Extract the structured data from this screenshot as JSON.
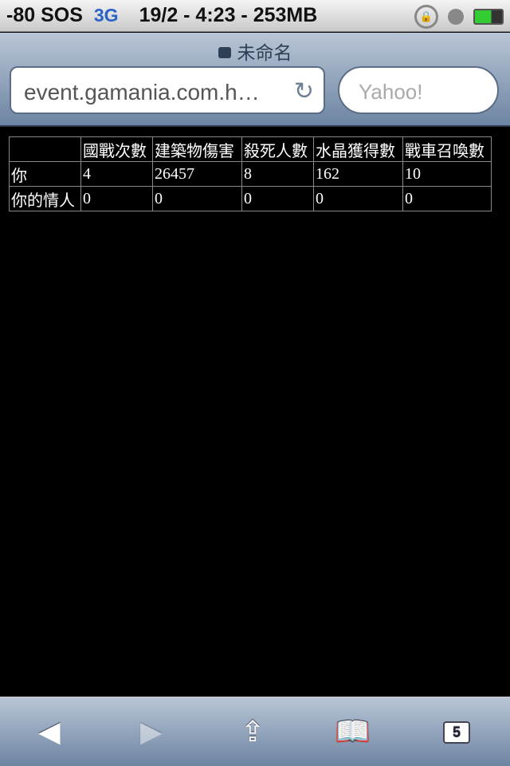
{
  "status": {
    "carrier": "-80 SOS",
    "network": "3G",
    "info": "19/2 - 4:23 - 253MB"
  },
  "browser": {
    "title": "未命名",
    "url": "event.gamania.com.h…",
    "search_placeholder": "Yahoo!",
    "tab_count": "5"
  },
  "table": {
    "headers": [
      "",
      "國戰次數",
      "建築物傷害",
      "殺死人數",
      "水晶獲得數",
      "戰車召喚數"
    ],
    "rows": [
      [
        "你",
        "4",
        "26457",
        "8",
        "162",
        "10"
      ],
      [
        "你的情人",
        "0",
        "0",
        "0",
        "0",
        "0"
      ]
    ]
  }
}
